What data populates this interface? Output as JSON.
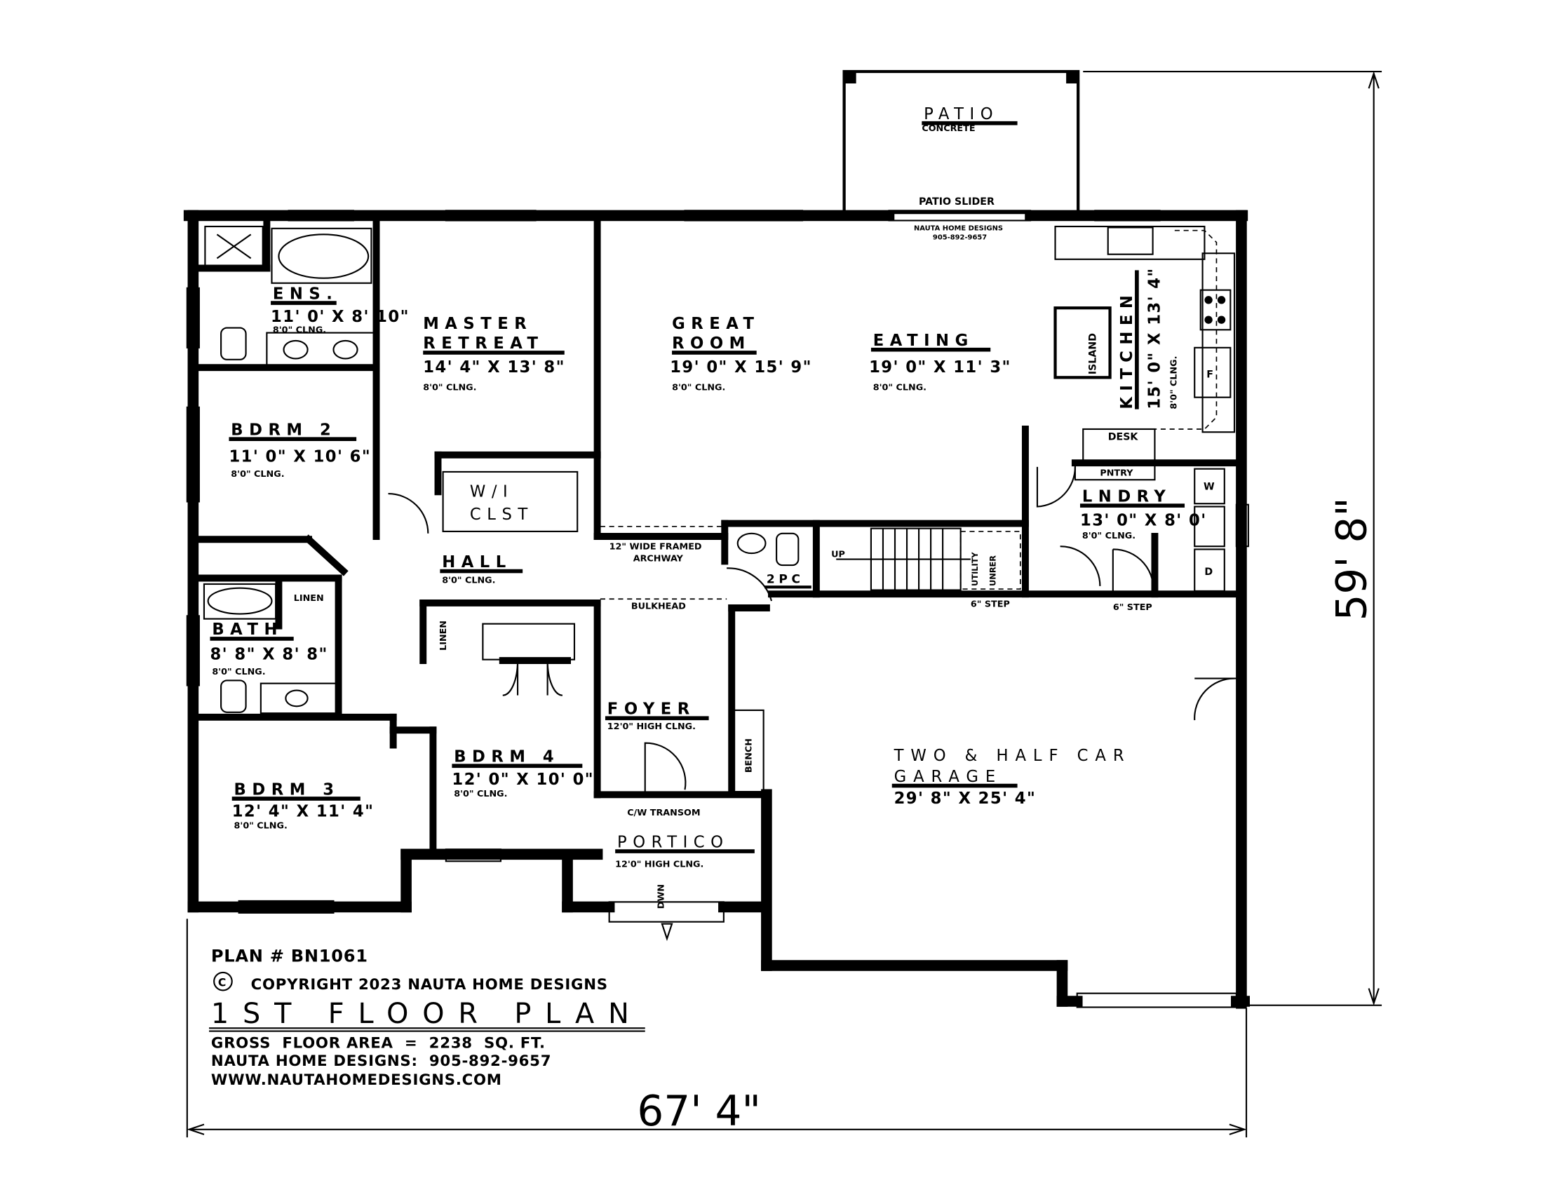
{
  "rooms": {
    "patio": {
      "name": "PATIO",
      "note": "CONCRETE"
    },
    "patio_slider": "PATIO SLIDER",
    "watermark": {
      "company": "NAUTA HOME DESIGNS",
      "phone": "905-892-9657"
    },
    "ensuite": {
      "name": "ENS.",
      "dims": "11' 0' X 8' 10\"",
      "ceiling": "8'0\" CLNG."
    },
    "master": {
      "name_line1": "MASTER",
      "name_line2": "RETREAT",
      "dims": "14' 4\" X 13' 8\"",
      "ceiling": "8'0\" CLNG."
    },
    "great_room": {
      "name_line1": "GREAT",
      "name_line2": "ROOM",
      "dims": "19' 0\" X 15' 9\"",
      "ceiling": "8'0\" CLNG."
    },
    "eating": {
      "name": "EATING",
      "dims": "19' 0\" X 11' 3\"",
      "ceiling": "8'0\" CLNG."
    },
    "kitchen": {
      "name": "KITCHEN",
      "dims": "15' 0\" X 13' 4\"",
      "ceiling": "8'0\" CLNG.",
      "island": "ISLAND",
      "desk": "DESK",
      "fridge": "F"
    },
    "bdrm2": {
      "name": "BDRM 2",
      "dims": "11' 0\" X 10' 6\"",
      "ceiling": "8'0\" CLNG."
    },
    "wi_closet": {
      "name_line1": "W/I",
      "name_line2": "CLST"
    },
    "hall": {
      "name": "HALL",
      "ceiling": "8'0\" CLNG."
    },
    "archway": {
      "line1": "12\" WIDE FRAMED",
      "line2": "ARCHWAY"
    },
    "two_pc": {
      "name": "2PC"
    },
    "stairs": {
      "up": "UP",
      "utility_line1": "UTILITY",
      "utility_line2": "UNRER",
      "step1": "6\" STEP",
      "step2": "6\" STEP"
    },
    "pantry": "PNTRY",
    "laundry": {
      "name": "LNDRY",
      "dims": "13' 0\" X 8' 0'",
      "ceiling": "8'0\" CLNG.",
      "washer": "W",
      "dryer": "D"
    },
    "bath": {
      "name": "BATH",
      "dims": "8' 8\" X 8' 8\"",
      "ceiling": "8'0\" CLNG.",
      "linen": "LINEN"
    },
    "linen2": "LINEN",
    "bulkhead": "BULKHEAD",
    "foyer": {
      "name": "FOYER",
      "ceiling": "12'0\" HIGH CLNG.",
      "bench": "BENCH",
      "transom": "C/W TRANSOM"
    },
    "bdrm4": {
      "name": "BDRM 4",
      "dims": "12' 0\" X 10' 0\"",
      "ceiling": "8'0\" CLNG."
    },
    "bdrm3": {
      "name": "BDRM 3",
      "dims": "12' 4\" X 11' 4\"",
      "ceiling": "8'0\" CLNG."
    },
    "portico": {
      "name": "PORTICO",
      "ceiling": "12'0\" HIGH CLNG.",
      "down": "DWN"
    },
    "garage": {
      "name_line1": "TWO & HALF CAR",
      "name_line2": "GARAGE",
      "dims": "29' 8\" X 25' 4\""
    }
  },
  "dimensions": {
    "width": "67' 4\"",
    "depth": "59' 8\""
  },
  "title_block": {
    "plan_number": "PLAN # BN1061",
    "copyright_symbol": "C",
    "copyright": "COPYRIGHT 2023 NAUTA HOME DESIGNS",
    "title": "1ST FLOOR PLAN",
    "gross_area": "GROSS  FLOOR AREA  =  2238  SQ. FT.",
    "contact": "NAUTA HOME DESIGNS:  905-892-9657",
    "website": "WWW.NAUTAHOMEDESIGNS.COM"
  }
}
